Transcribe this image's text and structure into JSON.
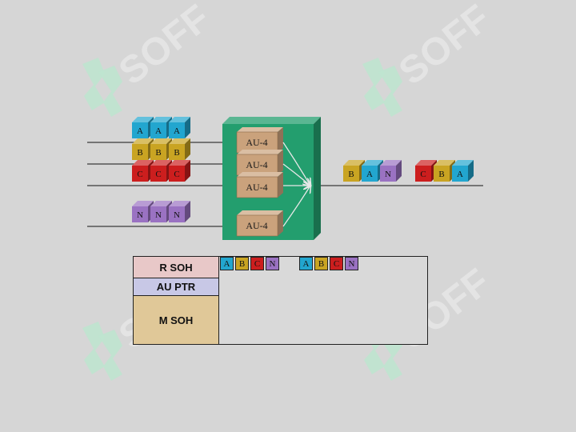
{
  "colors": {
    "background": "#d6d6d6",
    "A": "#22a6cf",
    "B": "#c9a422",
    "C": "#cc1e1e",
    "N": "#9a72c2",
    "mux": "#239e6e",
    "au4": "#caa27c",
    "watermark": "#bfe4cf"
  },
  "inputs": {
    "row_a": [
      "A",
      "A",
      "A"
    ],
    "row_b": [
      "B",
      "B",
      "B"
    ],
    "row_c": [
      "C",
      "C",
      "C"
    ],
    "row_n": [
      "N",
      "N",
      "N"
    ]
  },
  "mux": {
    "blocks": [
      "AU-4",
      "AU-4",
      "AU-4",
      "AU-4"
    ]
  },
  "output": {
    "group1": [
      "B",
      "A",
      "N"
    ],
    "group2": [
      "C",
      "B",
      "A"
    ]
  },
  "frame": {
    "rsoh": "R SOH",
    "auptr": "AU PTR",
    "msoh": "M SOH",
    "payload1": [
      "A",
      "B",
      "C",
      "N"
    ],
    "payload2": [
      "A",
      "B",
      "C",
      "N"
    ]
  },
  "watermark": "SOFF"
}
